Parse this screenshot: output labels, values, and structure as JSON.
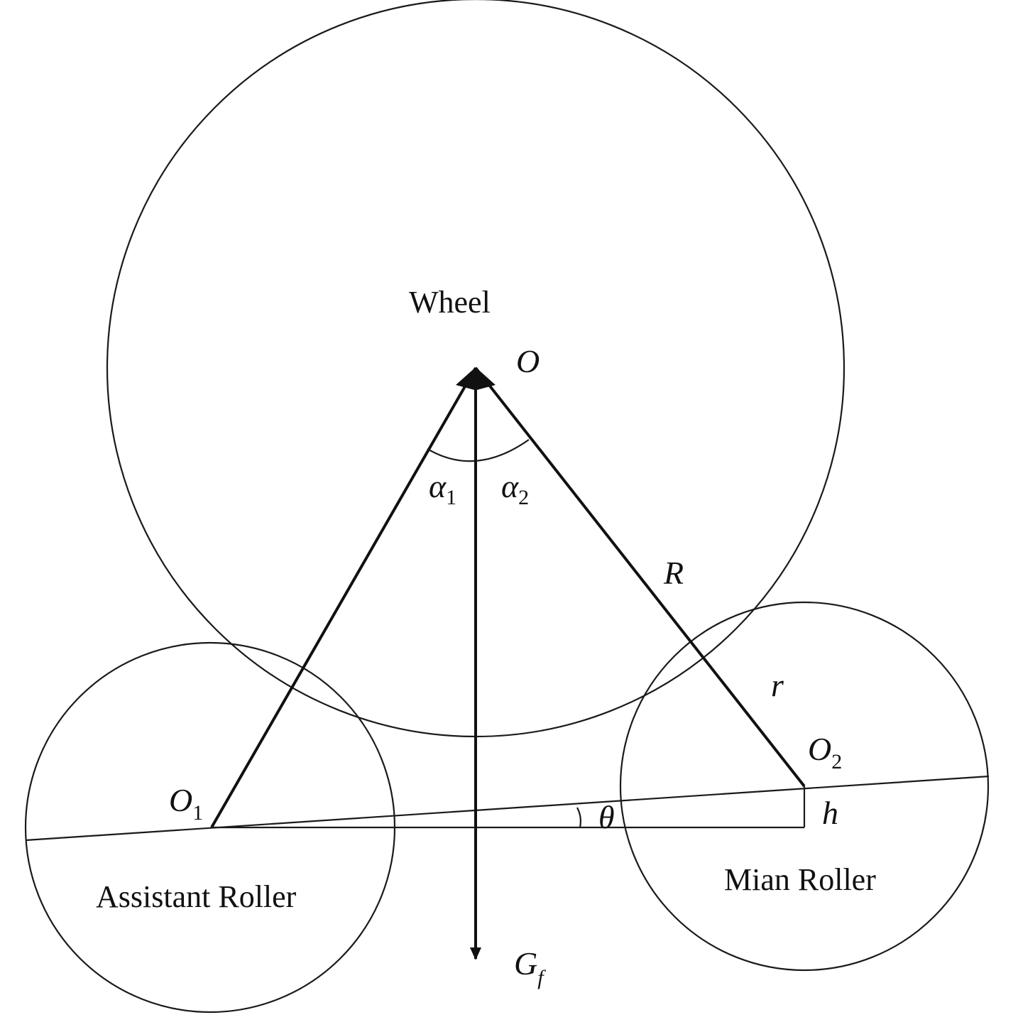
{
  "labels": {
    "wheel": "Wheel",
    "center_o": "O",
    "alpha": "α",
    "alpha1_sub": "1",
    "alpha2_sub": "2",
    "radius_big": "R",
    "radius_small": "r",
    "o1": "O",
    "o1_sub": "1",
    "o2": "O",
    "o2_sub": "2",
    "theta": "θ",
    "height": "h",
    "assistant_roller": "Assistant Roller",
    "main_roller": "Mian Roller",
    "force": "G",
    "force_sub": "f"
  }
}
